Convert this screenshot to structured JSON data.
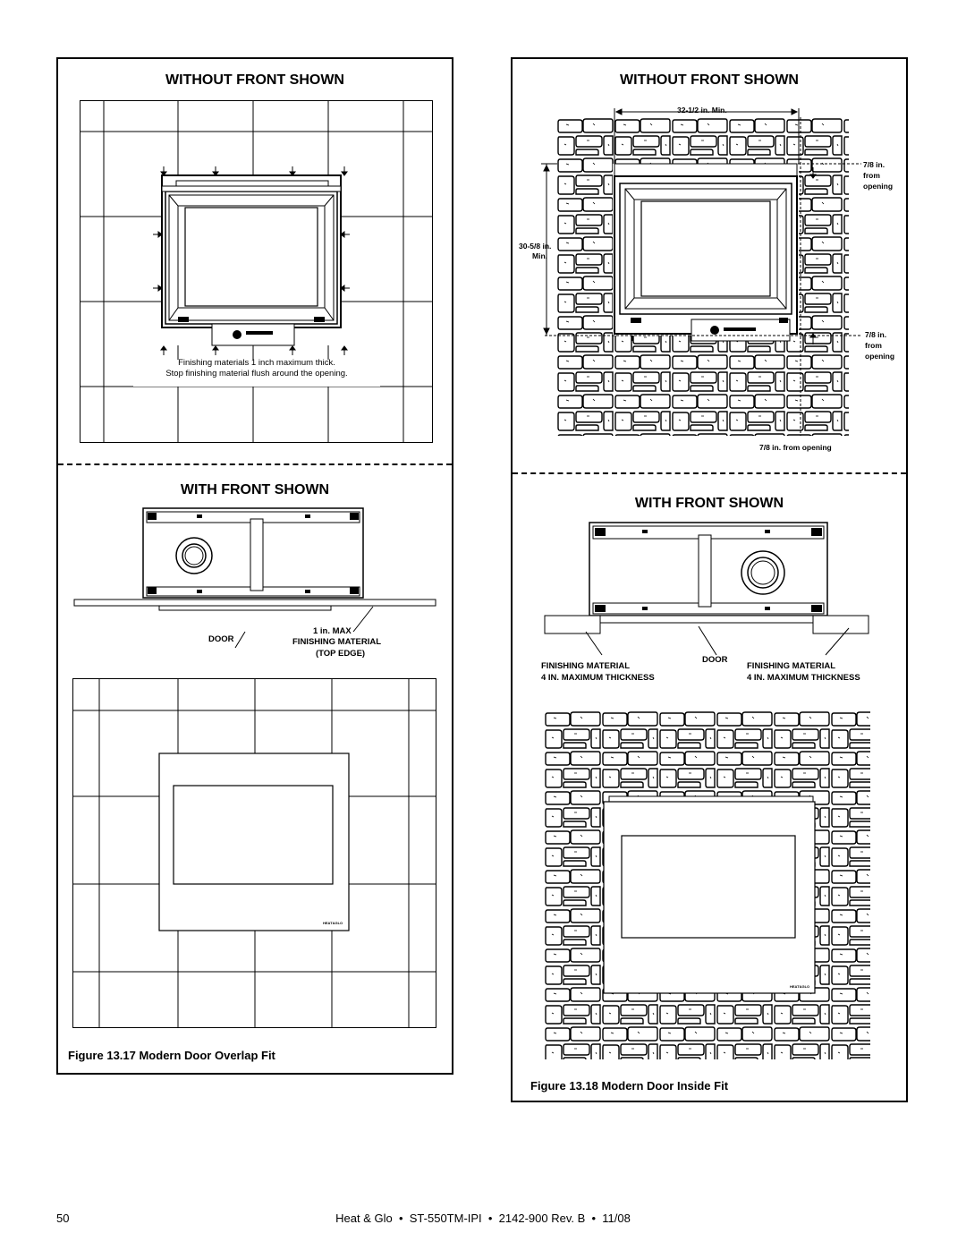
{
  "left_panel": {
    "top_title": "WITHOUT FRONT SHOWN",
    "note_line1": "Finishing materials 1 inch maximum thick.",
    "note_line2": "Stop finishing material flush around the opening.",
    "bottom_title": "WITH FRONT SHOWN",
    "label_1in_max": "1 in. MAX",
    "label_door": "DOOR",
    "label_finishing": "FINISHING MATERIAL",
    "label_top_edge": "(TOP EDGE)",
    "logo_text": "HEAT&GLO",
    "caption": "Figure 13.17  Modern Door Overlap Fit"
  },
  "right_panel": {
    "top_title": "WITHOUT FRONT SHOWN",
    "dim_width": "32-1/2 in. Min.",
    "dim_height_1": "30-5/8 in.",
    "dim_height_2": "Min.",
    "dim_top_1": "7/8 in.",
    "dim_top_2": "from",
    "dim_top_3": "opening",
    "dim_side_1": "7/8 in.",
    "dim_side_2": "from",
    "dim_side_3": "opening",
    "dim_bottom": "7/8 in. from opening",
    "bottom_title": "WITH FRONT SHOWN",
    "label_finishing_left_1": "FINISHING MATERIAL",
    "label_finishing_left_2": "4 IN. MAXIMUM THICKNESS",
    "label_door": "DOOR",
    "label_finishing_right_1": "FINISHING MATERIAL",
    "label_finishing_right_2": "4 IN. MAXIMUM THICKNESS",
    "logo_text": "HEAT&GLO",
    "caption": "Figure 13.18  Modern Door Inside Fit"
  },
  "footer": {
    "page_number": "50",
    "doc_info": "Heat & Glo  •  ST-550TM-IPI  •  2142-900 Rev. B  •  11/08"
  }
}
